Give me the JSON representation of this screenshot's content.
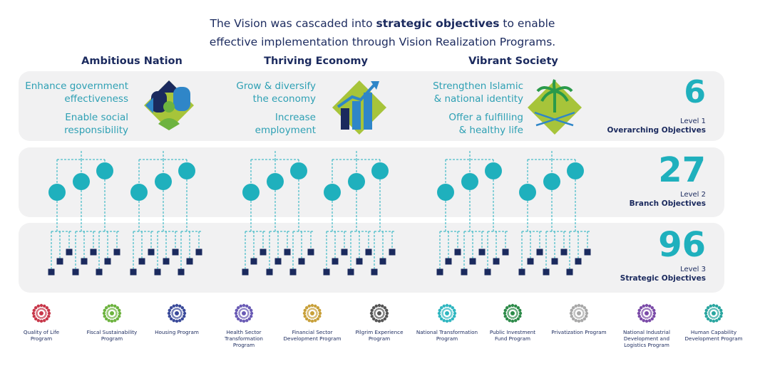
{
  "intro": {
    "line1_a": "The Vision was cascaded into ",
    "line1_bold": "strategic objectives",
    "line1_b": " to enable",
    "line2": "effective implementation through Vision Realization Programs."
  },
  "pillars": [
    {
      "title": "Vibrant Society",
      "objectives": [
        "Strengthen Islamic",
        "& national identity",
        "Offer a fulfilling",
        "& healthy life"
      ],
      "icon": "palm-swords-icon"
    },
    {
      "title": "Thriving Economy",
      "objectives": [
        "Grow & diversify",
        "the economy",
        "Increase",
        "employment"
      ],
      "icon": "growth-chart-icon"
    },
    {
      "title": "Ambitious Nation",
      "objectives": [
        "Enhance government",
        "effectiveness",
        "Enable social",
        "responsibility"
      ],
      "icon": "government-people-icon"
    }
  ],
  "levels": [
    {
      "count": "6",
      "level": "Level 1",
      "name": "Overarching Objectives"
    },
    {
      "count": "27",
      "level": "Level 2",
      "name": "Branch Objectives"
    },
    {
      "count": "96",
      "level": "Level 3",
      "name": "Strategic Objectives"
    }
  ],
  "programs": [
    {
      "label": [
        "Quality of Life",
        "Program"
      ],
      "color": "#c8384a"
    },
    {
      "label": [
        "Fiscal Sustainability",
        "Program"
      ],
      "color": "#6db33f"
    },
    {
      "label": [
        "Housing Program"
      ],
      "color": "#3a4a9a"
    },
    {
      "label": [
        "Health Sector",
        "Transformation",
        "Program"
      ],
      "color": "#6a5bb5"
    },
    {
      "label": [
        "Financial Sector",
        "Development Program"
      ],
      "color": "#c8a03a"
    },
    {
      "label": [
        "Pilgrim Experience",
        "Program"
      ],
      "color": "#555555"
    },
    {
      "label": [
        "National Transformation",
        "Program"
      ],
      "color": "#2fb6c0"
    },
    {
      "label": [
        "Public Investment",
        "Fund Program"
      ],
      "color": "#2e8b4a"
    },
    {
      "label": [
        "Privatization Program"
      ],
      "color": "#a8a8a8"
    },
    {
      "label": [
        "National Industrial",
        "Development and",
        "Logistics Program"
      ],
      "color": "#7b4ba8"
    },
    {
      "label": [
        "Human Capability",
        "Development Program"
      ],
      "color": "#2aa6a0"
    }
  ],
  "colors": {
    "navy": "#1b2a5e",
    "teal": "#1fb0bd",
    "lime": "#a7c43a",
    "blue": "#2f86c8",
    "band": "#f1f1f2"
  }
}
